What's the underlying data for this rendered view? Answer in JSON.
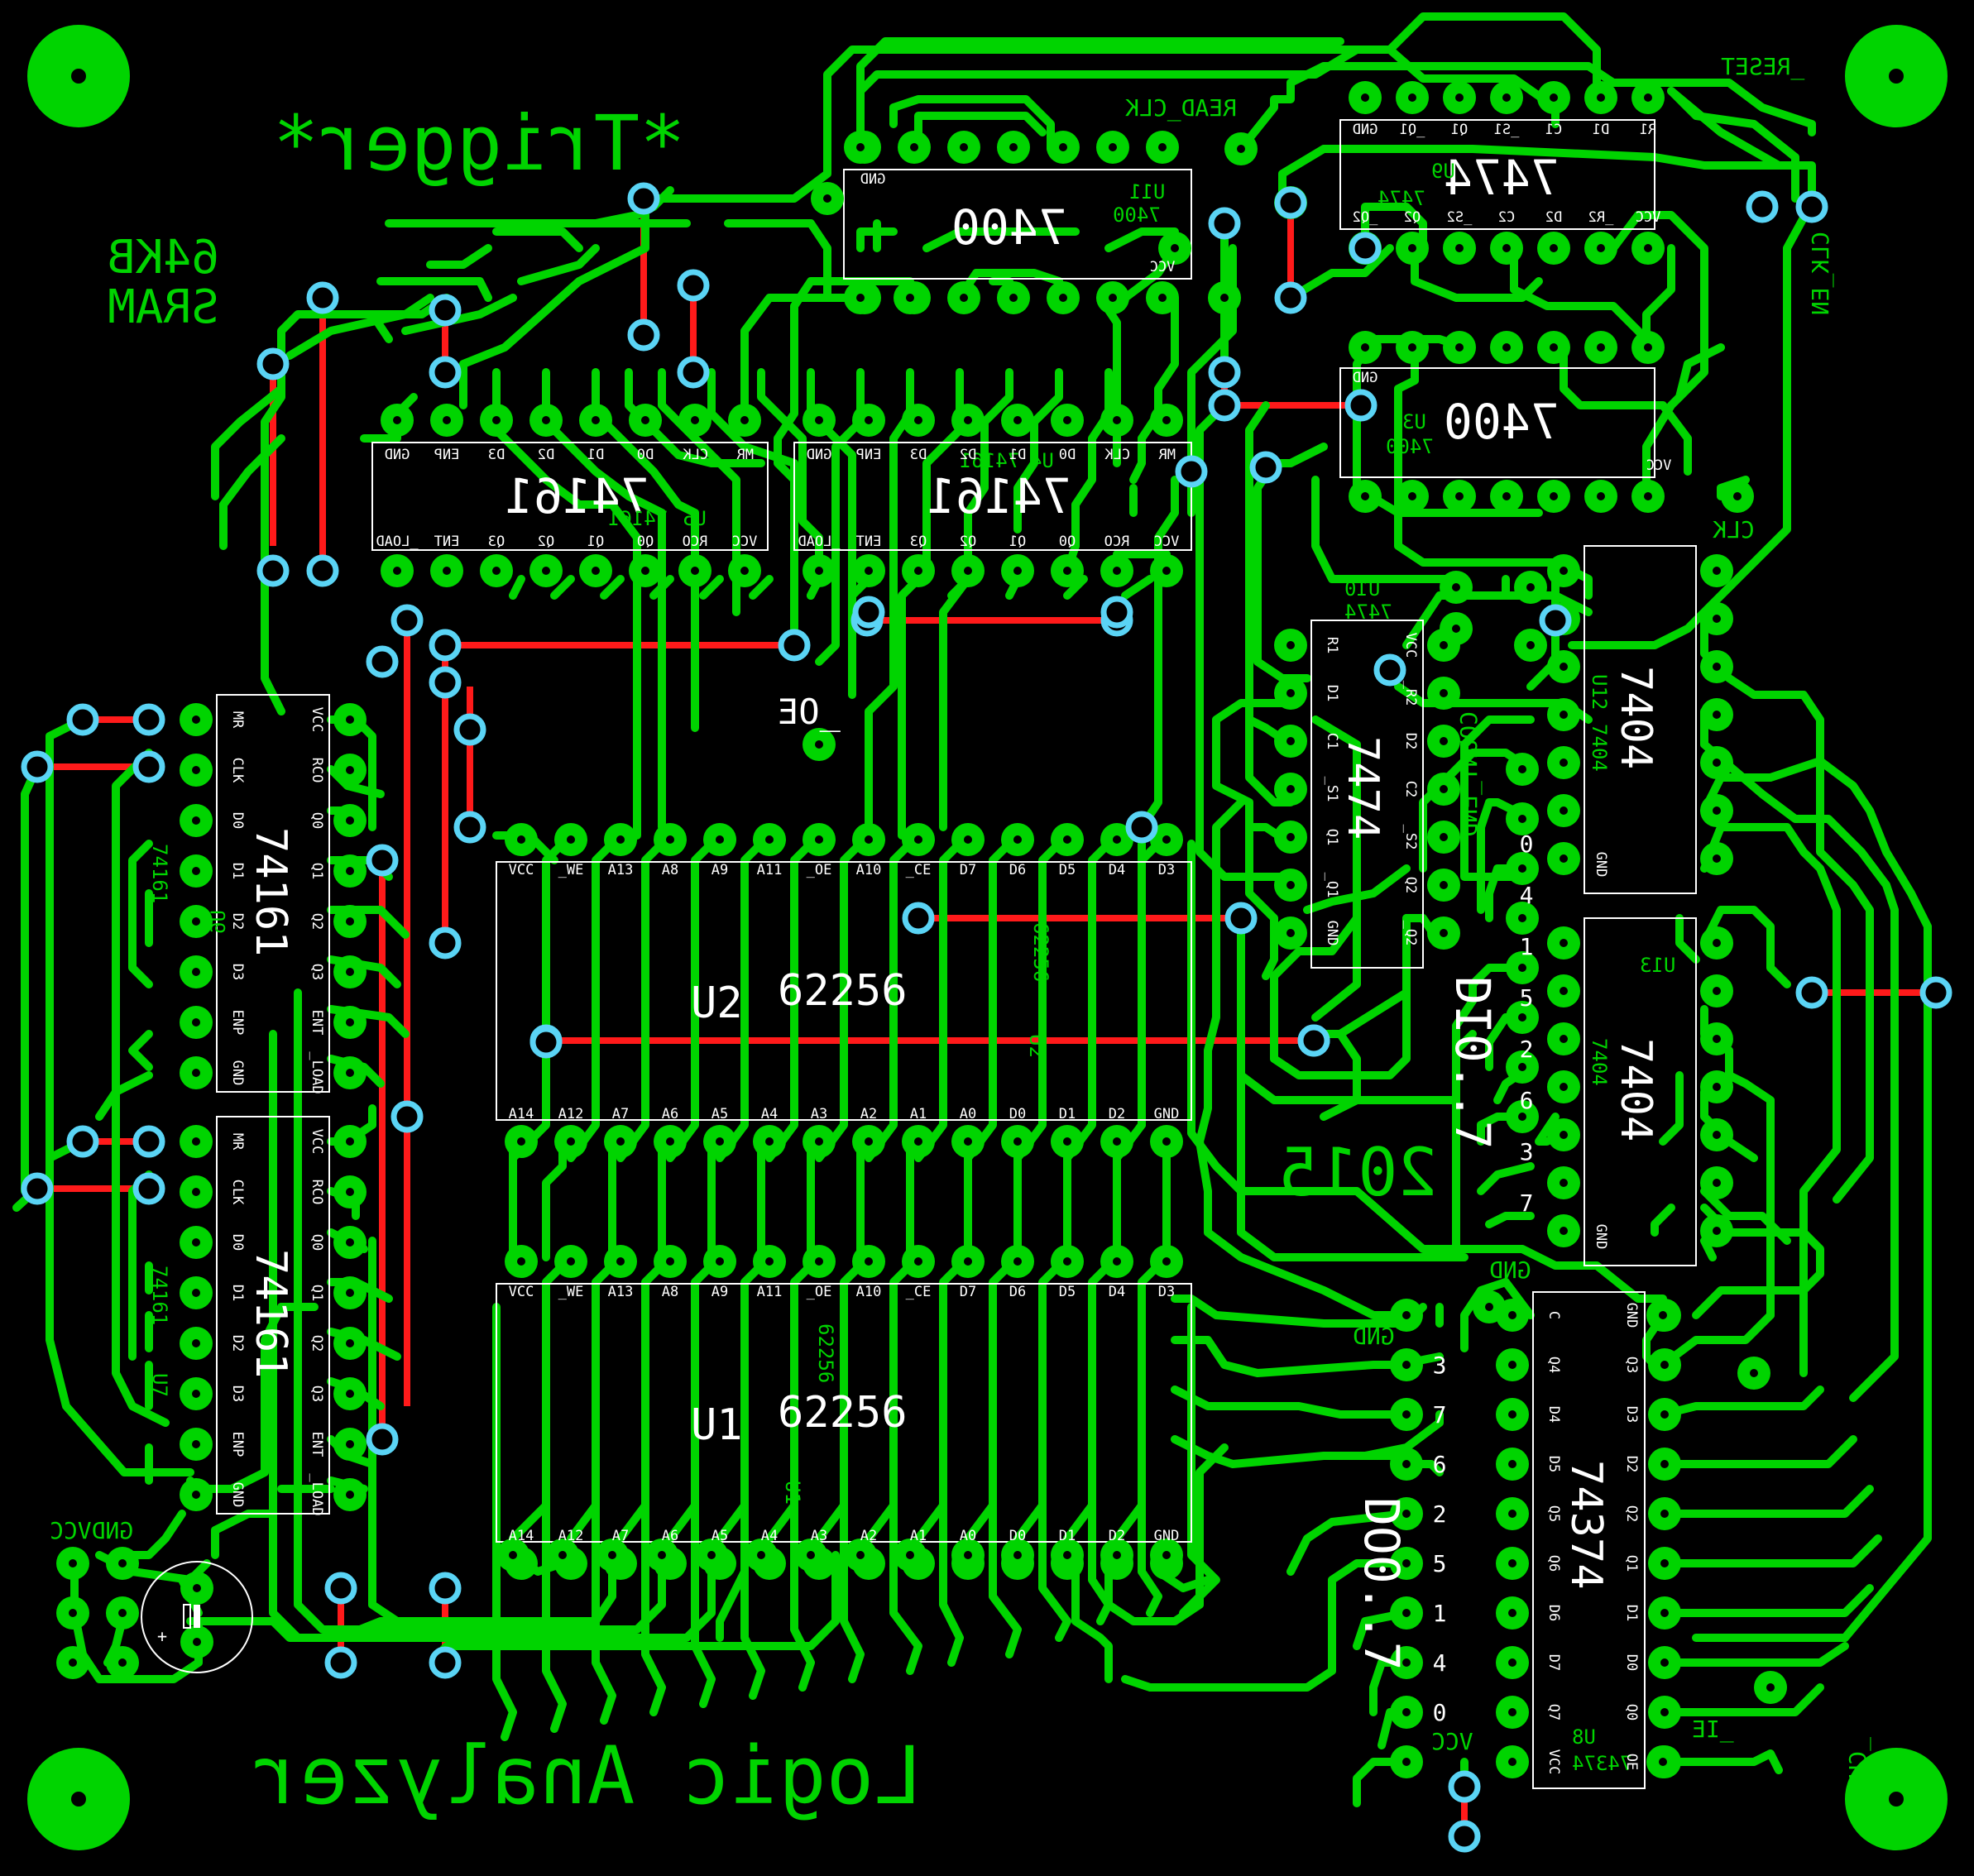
{
  "board": {
    "colors": {
      "background": "#000000",
      "copper": "#00d400",
      "silk": "#ffffff",
      "via": "#5ad4f5",
      "jumper": "#ff1a1a"
    }
  },
  "copper_labels": {
    "trigger": "*Trigger*",
    "sram": "64KB SRAM",
    "logic_analyzer": "Logic Analyzer",
    "year": "2015",
    "read_clk": "READ_CLK",
    "reset": "_RESET",
    "clk_en": "CLK_EN",
    "clk": "CLK",
    "count_end": "COUNT_END",
    "oe": "_OE",
    "gnd_vcc": "GNDVCC",
    "gnd1": "GND",
    "gnd2": "GND",
    "vcc": "VCC",
    "ie": "_IE",
    "cho": "_CHO",
    "di": "DI0..7",
    "do": "DO0..7",
    "plus": "+"
  },
  "chips": {
    "u9": {
      "name": "7474",
      "ref": "U9",
      "ref2": "7474",
      "top": [
        "GND",
        "_Q1",
        "Q1",
        "_S1",
        "C1",
        "D1",
        "R1"
      ],
      "bottom": [
        "_Q2",
        "Q2",
        "_S2",
        "C2",
        "D2",
        "_R2",
        "VCC"
      ]
    },
    "u11": {
      "name": "7400",
      "ref": "U11",
      "ref2": "7400",
      "top": [
        "GND"
      ],
      "bottom": [
        "VCC"
      ]
    },
    "u3": {
      "name": "7400",
      "ref": "U3",
      "ref2": "7400",
      "top": [
        "GND"
      ],
      "bottom": [
        "VCC"
      ]
    },
    "u5": {
      "name": "74161",
      "ref": "U5",
      "ref2": "74161",
      "top": [
        "GND",
        "ENP",
        "D3",
        "D2",
        "D1",
        "D0",
        "CLK",
        "MR"
      ],
      "bottom": [
        "_LOAD",
        "ENT",
        "Q3",
        "Q2",
        "Q1",
        "Q0",
        "RCO",
        "VCC"
      ]
    },
    "u4": {
      "name": "74161",
      "ref": "U4",
      "ref2": "74161",
      "top": [
        "GND",
        "ENP",
        "D3",
        "D2",
        "D1",
        "D0",
        "CLK",
        "MR"
      ],
      "bottom": [
        "_LOAD",
        "ENT",
        "Q3",
        "Q2",
        "Q1",
        "Q0",
        "RCO",
        "VCC"
      ]
    },
    "u6": {
      "name": "74161",
      "ref": "U6",
      "ref2": "74161",
      "left": [
        "MR",
        "CLK",
        "D0",
        "D1",
        "D2",
        "D3",
        "ENP",
        "GND"
      ],
      "right": [
        "VCC",
        "RCO",
        "Q0",
        "Q1",
        "Q2",
        "Q3",
        "ENT",
        "_LOAD"
      ]
    },
    "u7": {
      "name": "74161",
      "ref": "U7",
      "ref2": "74161",
      "left": [
        "MR",
        "CLK",
        "D0",
        "D1",
        "D2",
        "D3",
        "ENP",
        "GND"
      ],
      "right": [
        "VCC",
        "RCO",
        "Q0",
        "Q1",
        "Q2",
        "Q3",
        "ENT",
        "_LOAD"
      ]
    },
    "u10": {
      "name": "7474",
      "ref": "U10",
      "ref2": "7474",
      "left": [
        "R1",
        "D1",
        "C1",
        "_S1",
        "Q1",
        "_Q1",
        "GND"
      ],
      "right": [
        "VCC",
        "_R2",
        "D2",
        "C2",
        "_S2",
        "Q2",
        "_Q2"
      ]
    },
    "u12": {
      "name": "7404",
      "ref": "U12",
      "ref2": "7404",
      "left": [
        "GND"
      ]
    },
    "u13": {
      "name": "7404",
      "ref": "U13",
      "ref2": "7404",
      "left": [
        "GND"
      ]
    },
    "u2": {
      "name": "62256",
      "ref": "U2",
      "ref2": "62256",
      "top": [
        "VCC",
        "_WE",
        "A13",
        "A8",
        "A9",
        "A11",
        "_OE",
        "A10",
        "_CE",
        "D7",
        "D6",
        "D5",
        "D4",
        "D3"
      ],
      "bottom": [
        "A14",
        "A12",
        "A7",
        "A6",
        "A5",
        "A4",
        "A3",
        "A2",
        "A1",
        "A0",
        "D0",
        "D1",
        "D2",
        "GND"
      ]
    },
    "u1": {
      "name": "62256",
      "ref": "U1",
      "ref2": "62256",
      "top": [
        "VCC",
        "_WE",
        "A13",
        "A8",
        "A9",
        "A11",
        "_OE",
        "A10",
        "_CE",
        "D7",
        "D6",
        "D5",
        "D4",
        "D3"
      ],
      "bottom": [
        "A14",
        "A12",
        "A7",
        "A6",
        "A5",
        "A4",
        "A3",
        "A2",
        "A1",
        "A0",
        "D0",
        "D1",
        "D2",
        "GND"
      ]
    },
    "u8": {
      "name": "74374",
      "ref": "U8",
      "ref2": "74374",
      "left": [
        "C",
        "Q4",
        "D4",
        "D5",
        "Q5",
        "Q6",
        "D6",
        "D7",
        "Q7",
        "VCC"
      ],
      "right": [
        "GND",
        "Q3",
        "D3",
        "D2",
        "Q2",
        "Q1",
        "D1",
        "D0",
        "Q0",
        "OE"
      ]
    }
  },
  "bit_labels": {
    "di": [
      "0",
      "4",
      "1",
      "5",
      "2",
      "6",
      "3",
      "7"
    ],
    "do": [
      "3",
      "7",
      "6",
      "2",
      "5",
      "1",
      "4",
      "0"
    ]
  }
}
